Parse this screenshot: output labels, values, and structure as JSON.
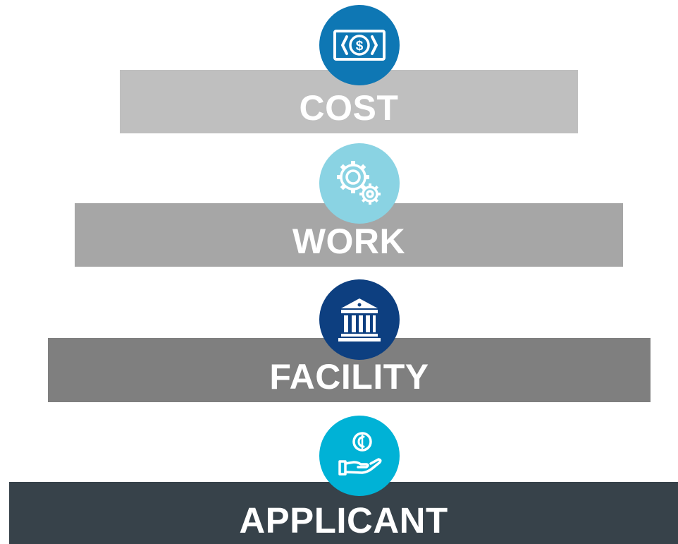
{
  "tiers": [
    {
      "label": "COST",
      "color": "#bfbfbf",
      "icon": "money-bill-icon",
      "icon_color": "#0e77b4"
    },
    {
      "label": "WORK",
      "color": "#a6a6a6",
      "icon": "gears-icon",
      "icon_color": "#8ad3e3"
    },
    {
      "label": "FACILITY",
      "color": "#7f7f7f",
      "icon": "building-icon",
      "icon_color": "#0d3f80"
    },
    {
      "label": "APPLICANT",
      "color": "#37424a",
      "icon": "hand-coin-icon",
      "icon_color": "#00b2d6"
    }
  ]
}
